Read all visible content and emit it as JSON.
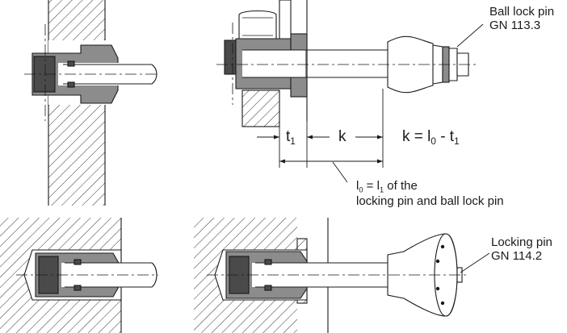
{
  "callouts": {
    "ball_lock_pin": {
      "line1": "Ball lock pin",
      "line2": "GN 113.3"
    },
    "locking_pin": {
      "line1": "Locking pin",
      "line2": "GN 114.2"
    }
  },
  "dimensions": {
    "t1": {
      "base": "t",
      "sub": "1"
    },
    "k": "k",
    "formula": {
      "lhs": "k = l",
      "sub0": "0",
      "mid": " - t",
      "sub1": "1"
    }
  },
  "note": {
    "line1": {
      "a": "l",
      "sub0": "0",
      "b": " = l",
      "sub1": "1",
      "c": " of the"
    },
    "line2": "locking pin and ball lock pin"
  },
  "colors": {
    "line": "#1a1a1a",
    "part_fill": "#8c8c8c",
    "dark_fill": "#4a4a4a"
  }
}
